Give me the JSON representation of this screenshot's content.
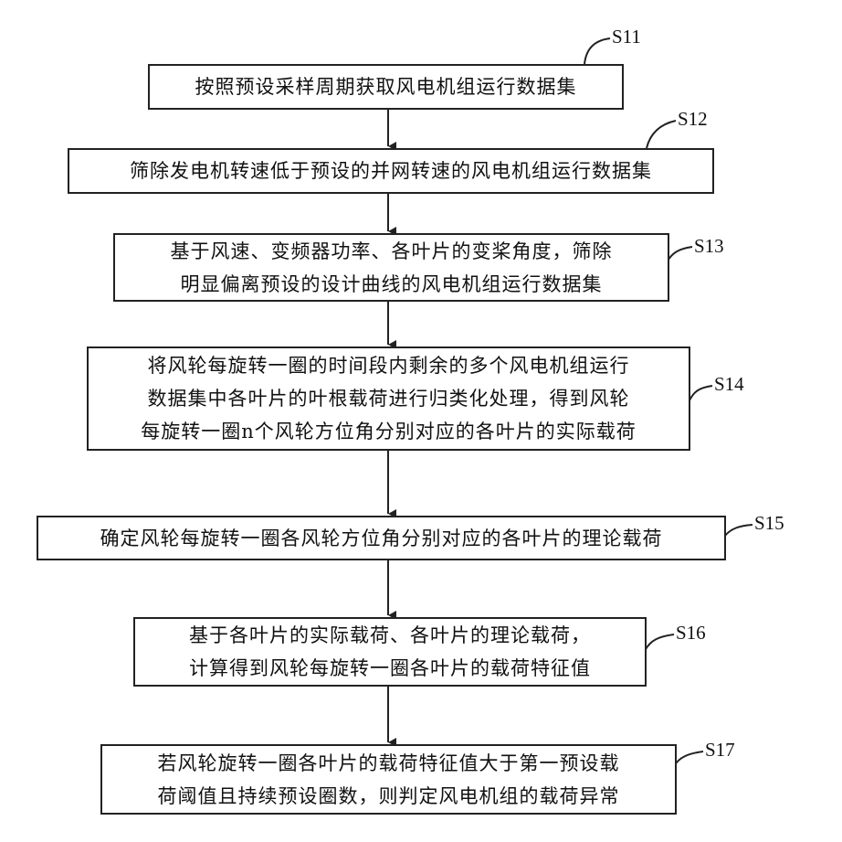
{
  "steps": [
    {
      "id": "S11",
      "text": "按照预设采样周期获取风电机组运行数据集"
    },
    {
      "id": "S12",
      "text": "筛除发电机转速低于预设的并网转速的风电机组运行数据集"
    },
    {
      "id": "S13",
      "text": "基于风速、变频器功率、各叶片的变桨角度，筛除\n明显偏离预设的设计曲线的风电机组运行数据集"
    },
    {
      "id": "S14",
      "text": "将风轮每旋转一圈的时间段内剩余的多个风电机组运行\n数据集中各叶片的叶根载荷进行归类化处理，得到风轮\n每旋转一圈n个风轮方位角分别对应的各叶片的实际载荷"
    },
    {
      "id": "S15",
      "text": "确定风轮每旋转一圈各风轮方位角分别对应的各叶片的理论载荷"
    },
    {
      "id": "S16",
      "text": "基于各叶片的实际载荷、各叶片的理论载荷，\n计算得到风轮每旋转一圈各叶片的载荷特征值"
    },
    {
      "id": "S17",
      "text": "若风轮旋转一圈各叶片的载荷特征值大于第一预设载\n荷阈值且持续预设圈数，则判定风电机组的载荷异常"
    }
  ]
}
